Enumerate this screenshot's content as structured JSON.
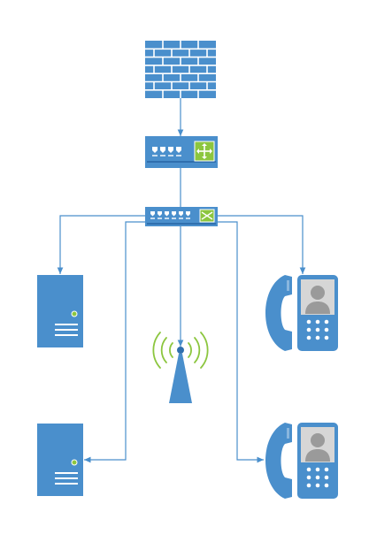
{
  "colors": {
    "device": "#4a8fcc",
    "device_dark": "#2f6fae",
    "connector": "#4a8fcc",
    "panel_green": "#8cc63f",
    "signal_green": "#8cc63f",
    "phone_screen": "#d6d6d6",
    "avatar": "#9a9a9a",
    "background": "#ffffff"
  },
  "nodes": [
    {
      "id": "firewall",
      "icon": "firewall-icon"
    },
    {
      "id": "router",
      "icon": "router-icon"
    },
    {
      "id": "switch",
      "icon": "switch-icon"
    },
    {
      "id": "server-1",
      "icon": "server-icon"
    },
    {
      "id": "server-2",
      "icon": "server-icon"
    },
    {
      "id": "wireless-tower",
      "icon": "wireless-tower-icon"
    },
    {
      "id": "ip-phone-1",
      "icon": "ip-phone-icon"
    },
    {
      "id": "ip-phone-2",
      "icon": "ip-phone-icon"
    }
  ],
  "edges": [
    {
      "from": "firewall",
      "to": "router"
    },
    {
      "from": "router",
      "to": "switch"
    },
    {
      "from": "switch",
      "to": "server-1"
    },
    {
      "from": "switch",
      "to": "server-2"
    },
    {
      "from": "switch",
      "to": "wireless-tower"
    },
    {
      "from": "switch",
      "to": "ip-phone-1"
    },
    {
      "from": "switch",
      "to": "ip-phone-2"
    }
  ]
}
